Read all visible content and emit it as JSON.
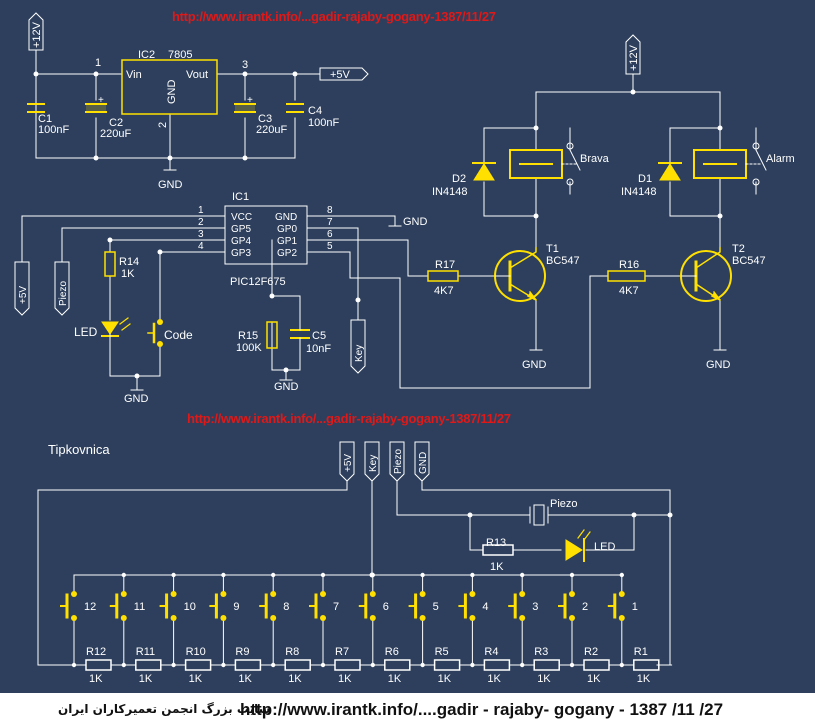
{
  "watermark": "http://www.irantk.info/...gadir-rajaby-gogany-1387/11/27",
  "footer": {
    "persian": "سایت بزرگ انجمن تعمیرکاران ایران",
    "url": "http://www.irantk.info/....gadir - rajaby- gogany - 1387 /11 /27"
  },
  "regulator": {
    "name": "IC2",
    "part": "7805",
    "vin": "Vin",
    "vout": "Vout",
    "gnd": "GND",
    "pin1": "1",
    "pin2": "2",
    "pin3": "3",
    "supply": "+12V",
    "out": "+5V",
    "c1": "C1",
    "c1v": "100nF",
    "c2": "C2",
    "c2v": "220uF",
    "c3": "C3",
    "c3v": "220uF",
    "c4": "C4",
    "c4v": "100nF",
    "gnd_label": "GND"
  },
  "mcu": {
    "name": "IC1",
    "part": "PIC12F675",
    "left_pins": [
      "VCC",
      "GP5",
      "GP4",
      "GP3"
    ],
    "left_nums": [
      "1",
      "2",
      "3",
      "4"
    ],
    "right_pins": [
      "GND",
      "GP0",
      "GP1",
      "GP2"
    ],
    "right_nums": [
      "8",
      "7",
      "6",
      "5"
    ],
    "gnd_label": "GND"
  },
  "left_block": {
    "vcc_flag": "+5V",
    "piezo_flag": "Piezo",
    "r14": "R14",
    "r14v": "1K",
    "led": "LED",
    "code": "Code",
    "gnd": "GND",
    "r15": "R15",
    "r15v": "100K",
    "c5": "C5",
    "c5v": "10nF",
    "gnd2": "GND",
    "key_flag": "Key"
  },
  "relays": {
    "supply": "+12V",
    "d2": "D2",
    "d2v": "IN4148",
    "relay1": "Brava",
    "d1": "D1",
    "d1v": "IN4148",
    "relay2": "Alarm",
    "r17": "R17",
    "r17v": "4K7",
    "t1": "T1",
    "t1v": "BC547",
    "r16": "R16",
    "r16v": "4K7",
    "t2": "T2",
    "t2v": "BC547",
    "gnd": "GND"
  },
  "keypad": {
    "title": "Tipkovnica",
    "connectors": [
      "+5V",
      "Key",
      "Piezo",
      "GND"
    ],
    "piezo": "Piezo",
    "r13": "R13",
    "r13v": "1K",
    "led": "LED",
    "keys": [
      "12",
      "11",
      "10",
      "9",
      "8",
      "7",
      "6",
      "5",
      "4",
      "3",
      "2",
      "1"
    ],
    "resistors": [
      "R12",
      "R11",
      "R10",
      "R9",
      "R8",
      "R7",
      "R6",
      "R5",
      "R4",
      "R3",
      "R2",
      "R1"
    ],
    "res_value": "1K"
  },
  "colors": {
    "background": "#2d3f5c",
    "wire": "#ffffff",
    "component": "#ffe000",
    "watermark": "#e01818"
  }
}
